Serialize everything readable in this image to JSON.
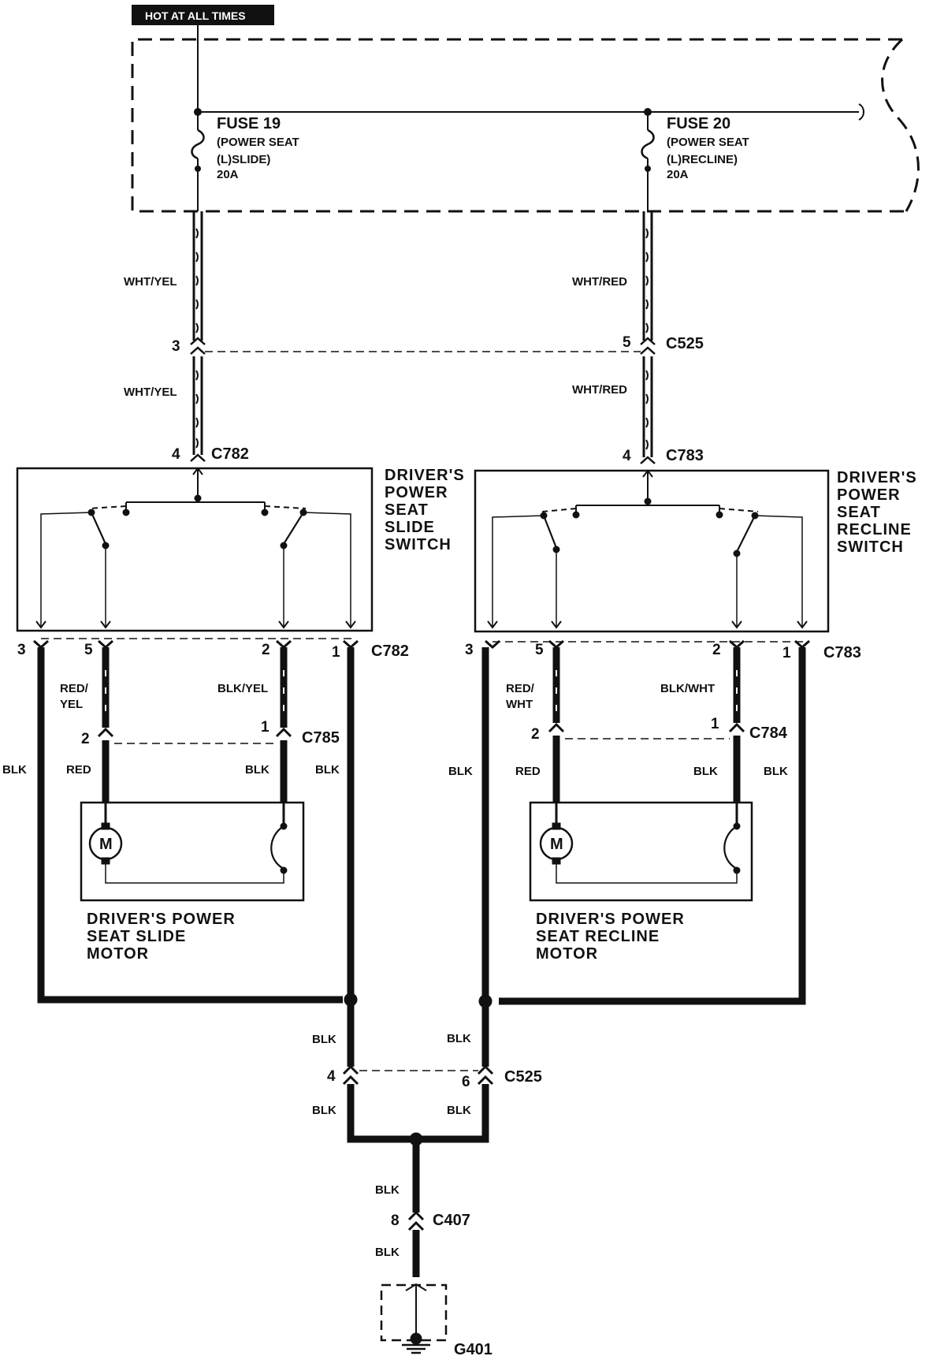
{
  "header": {
    "hot_label": "HOT AT ALL TIMES"
  },
  "fuses": {
    "fuse19": {
      "name": "FUSE 19",
      "line1": "(POWER SEAT",
      "line2": "(L)SLIDE)",
      "rating": "20A"
    },
    "fuse20": {
      "name": "FUSE 20",
      "line1": "(POWER SEAT",
      "line2": "(L)RECLINE)",
      "rating": "20A"
    }
  },
  "wires": {
    "wht_yel": "WHT/YEL",
    "wht_red": "WHT/RED",
    "red_yel_1": "RED/",
    "red_yel_2": "YEL",
    "red_wht_1": "RED/",
    "red_wht_2": "WHT",
    "blk_yel": "BLK/YEL",
    "blk_wht": "BLK/WHT",
    "blk": "BLK",
    "red": "RED"
  },
  "connectors": {
    "c525": "C525",
    "c782": "C782",
    "c783": "C783",
    "c785": "C785",
    "c784": "C784",
    "c407": "C407",
    "g401": "G401"
  },
  "pins": {
    "p1": "1",
    "p2": "2",
    "p3": "3",
    "p4": "4",
    "p5": "5",
    "p6": "6",
    "p8": "8"
  },
  "components": {
    "slide_switch": [
      "DRIVER'S",
      "POWER",
      "SEAT",
      "SLIDE",
      "SWITCH"
    ],
    "recline_switch": [
      "DRIVER'S",
      "POWER",
      "SEAT",
      "RECLINE",
      "SWITCH"
    ],
    "slide_motor": [
      "DRIVER'S POWER",
      "SEAT SLIDE",
      "MOTOR"
    ],
    "recline_motor": [
      "DRIVER'S POWER",
      "SEAT RECLINE",
      "MOTOR"
    ],
    "motor_symbol": "M"
  },
  "icons": {
    "fuse": "fuse-icon",
    "motor": "motor-icon",
    "ground": "ground-icon",
    "splice": "splice-dot-icon"
  }
}
